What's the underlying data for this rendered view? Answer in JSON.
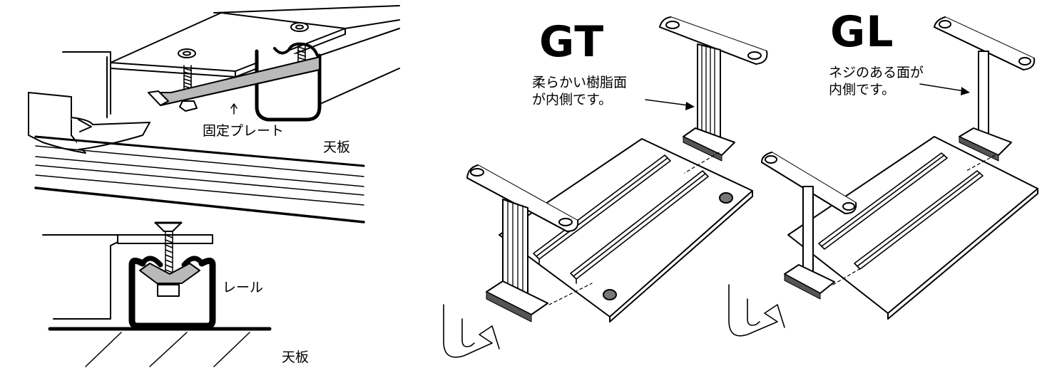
{
  "panel_rail_detail": {
    "label_plate": "固定プレート",
    "label_top_upper": "天板",
    "label_rail": "レール",
    "label_top_lower": "天板"
  },
  "panel_gt": {
    "model": "GT",
    "note_line1": "柔らかい樹脂面",
    "note_line2": "が内側です。"
  },
  "panel_gl": {
    "model": "GL",
    "note_line1": "ネジのある面が",
    "note_line2": "内側です。"
  }
}
